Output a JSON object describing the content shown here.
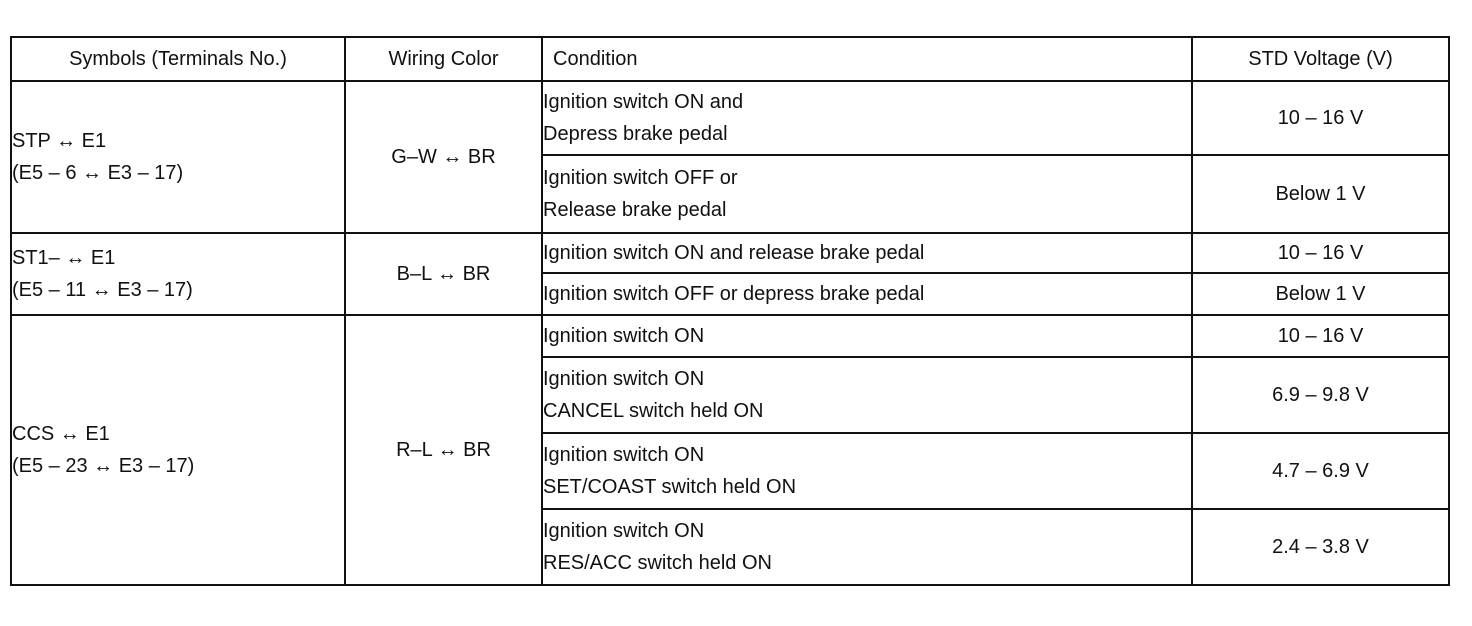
{
  "headers": {
    "symbols": "Symbols (Terminals No.)",
    "wiring": "Wiring Color",
    "condition": "Condition",
    "voltage": "STD Voltage (V)"
  },
  "groups": [
    {
      "symbol_line1": "STP ↔ E1",
      "symbol_line2": "(E5 – 6 ↔ E3 – 17)",
      "wiring": "G–W ↔ BR",
      "rows": [
        {
          "condition_line1": "Ignition switch ON and",
          "condition_line2": "Depress brake pedal",
          "voltage": "10 – 16 V"
        },
        {
          "condition_line1": "Ignition switch OFF or",
          "condition_line2": "Release brake pedal",
          "voltage": "Below 1 V"
        }
      ]
    },
    {
      "symbol_line1": "ST1– ↔ E1",
      "symbol_line2": "(E5 – 11 ↔ E3 – 17)",
      "wiring": "B–L ↔ BR",
      "rows": [
        {
          "condition_line1": "Ignition switch ON and release brake pedal",
          "voltage": "10 – 16 V"
        },
        {
          "condition_line1": "Ignition switch OFF or depress brake pedal",
          "voltage": "Below 1 V"
        }
      ]
    },
    {
      "symbol_line1": "CCS ↔ E1",
      "symbol_line2": "(E5 – 23 ↔ E3 – 17)",
      "wiring": "R–L ↔ BR",
      "rows": [
        {
          "condition_line1": "Ignition switch ON",
          "voltage": "10 – 16 V"
        },
        {
          "condition_line1": "Ignition switch ON",
          "condition_line2": "CANCEL switch held ON",
          "voltage": "6.9 – 9.8 V"
        },
        {
          "condition_line1": "Ignition switch ON",
          "condition_line2": "SET/COAST switch held ON",
          "voltage": "4.7 – 6.9 V"
        },
        {
          "condition_line1": "Ignition switch ON",
          "condition_line2": "RES/ACC switch held ON",
          "voltage": "2.4 – 3.8 V"
        }
      ]
    }
  ]
}
